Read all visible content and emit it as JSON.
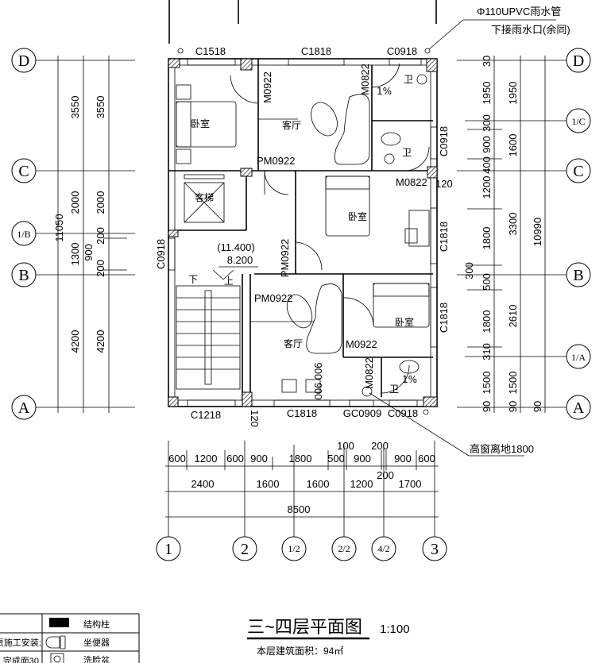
{
  "title": {
    "main": "三~四层平面图",
    "scale": "1:100",
    "area": "本层建筑面积：94㎡"
  },
  "notes": {
    "pipe_line1": "Φ110UPVC雨水管",
    "pipe_line2": "下接雨水口(余同)",
    "high_window": "高窗离地1800"
  },
  "axes": {
    "left": [
      "D",
      "C",
      "1/B",
      "B",
      "A"
    ],
    "right": [
      "D",
      "1/C",
      "C",
      "B",
      "1/A",
      "A"
    ],
    "bottom": [
      "1",
      "2",
      "1/2",
      "2/2",
      "4/2",
      "3"
    ]
  },
  "rooms": [
    "卧室",
    "客厅",
    "客梯",
    "卧室",
    "客厅",
    "卧室",
    "卫",
    "卫",
    "卫"
  ],
  "openings": {
    "top": [
      "C1518",
      "C1818",
      "C0918"
    ],
    "bottom": [
      "C1218",
      "C1818",
      "GC0909",
      "C0918"
    ],
    "left": [
      "C0918"
    ],
    "right": [
      "C0918",
      "C1818",
      "C1818"
    ],
    "doors": [
      "M0922",
      "M0822",
      "PM0922",
      "M0822",
      "PM0922",
      "PM0922",
      "M0922",
      "M0822"
    ]
  },
  "misc": {
    "elev1": "(11.400)",
    "elev2": "8.200",
    "down": "下",
    "up": "上",
    "slope": "1%",
    "t120": "120",
    "d900": "900 900"
  },
  "dims": {
    "bottom_row1": [
      "600",
      "1200",
      "600",
      "900",
      "1800",
      "500",
      "900",
      "900",
      "600",
      "100",
      "200"
    ],
    "bottom_row2": [
      "2400",
      "1600",
      "1600",
      "1200",
      "200",
      "1700"
    ],
    "bottom_total": "8500",
    "left_total": "11050",
    "left_col2": [
      "3550",
      "2000",
      "1300",
      "4200"
    ],
    "left_col3": [
      "3550",
      "2000",
      "200",
      "900",
      "200",
      "4200"
    ],
    "right_col1": [
      "30",
      "1950",
      "300",
      "900",
      "400",
      "1200",
      "1800",
      "300",
      "500",
      "1800",
      "310",
      "1500",
      "90"
    ],
    "right_col2": [
      "1950",
      "1600",
      "3300",
      "2610",
      "1500",
      "90"
    ],
    "right_col3": [
      "10990",
      "90"
    ]
  },
  "legend": {
    "rows": [
      {
        "note": "",
        "label": "结构柱",
        "icon": "column-swatch"
      },
      {
        "note": "责施工安装;",
        "label": "坐便器",
        "icon": "toilet"
      },
      {
        "note": "完成面30",
        "label": "洗脸盆",
        "icon": "washbasin"
      }
    ]
  }
}
